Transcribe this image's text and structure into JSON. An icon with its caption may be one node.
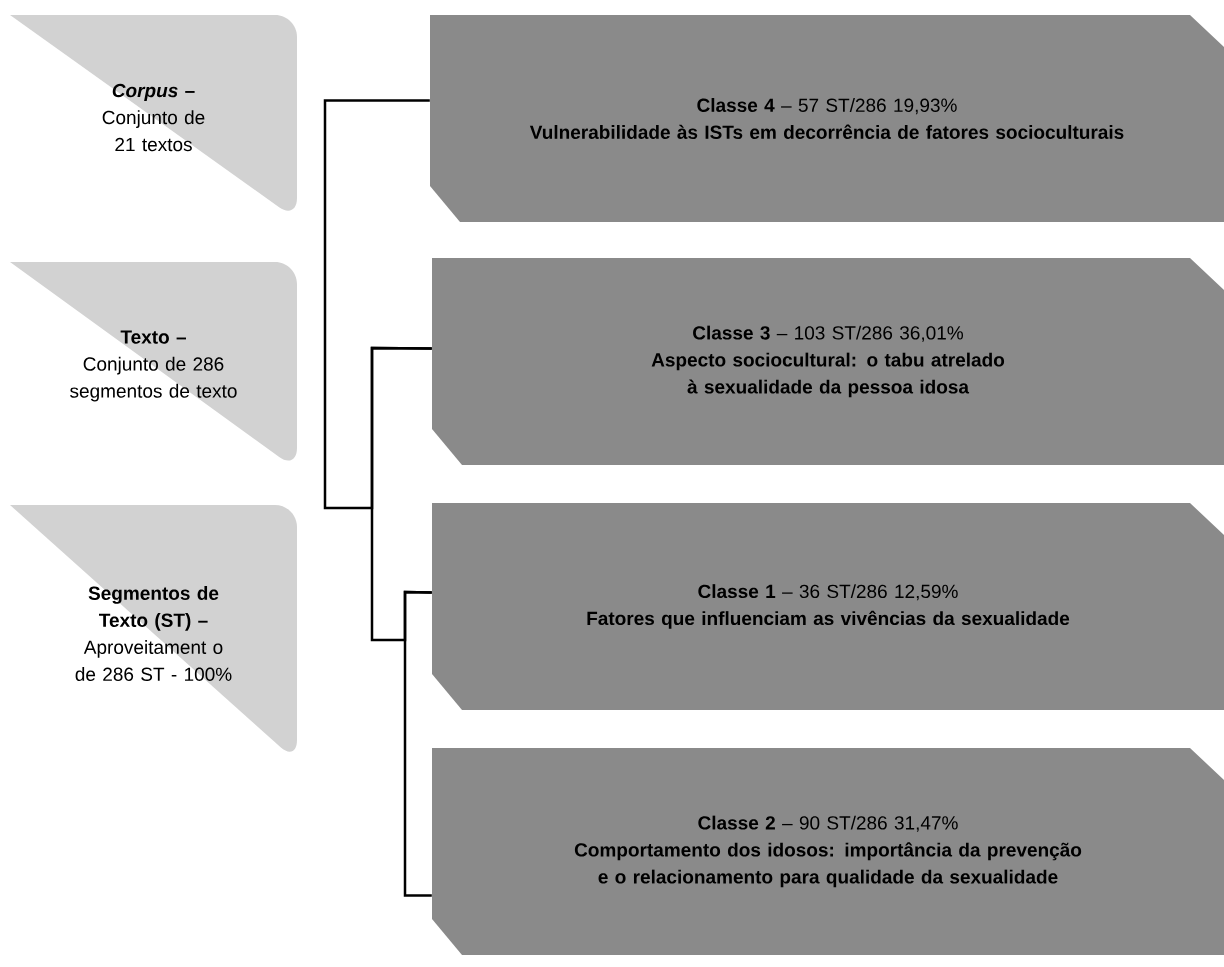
{
  "diagram": {
    "nodes": [
      {
        "text": [
          "*Corpus* –",
          "Conjunto de 21 textos"
        ]
      },
      {
        "text": [
          "Texto –",
          "Conjunto de 286 segmentos de texto"
        ]
      },
      {
        "text": [
          "Segmentos de Texto (ST) –",
          "Aproveitament o de 286 ST - 100%"
        ]
      },
      {
        "text": [
          "**Classe 4** – 57 ST/286 19,93%",
          "Vulnerabilidade às ISTs em decorrência de fatores socioculturais"
        ]
      },
      {
        "text": [
          "**Classe 3** – 103 ST/286 36,01%",
          "Aspecto sociocultural: o tabu atrelado à sexualidade da pessoa idosa"
        ]
      },
      {
        "text": [
          "**Classe 1** – 36 ST/286 12,59%",
          "Fatores que influenciam as vivências da sexualidade"
        ]
      },
      {
        "text": [
          "**Classe 2** – 90 ST/286 31,47%",
          "Comportamento dos idosos: importância da prevenção e o relacionamento para qualidade da sexualidade"
        ]
      }
    ],
    "edges": [
      {
        "from": 3,
        "to": 4,
        "arrow": "none"
      },
      {
        "from": 4,
        "to": 5,
        "arrow": "none"
      },
      {
        "from": 5,
        "to": 6,
        "arrow": "none"
      }
    ]
  }
}
